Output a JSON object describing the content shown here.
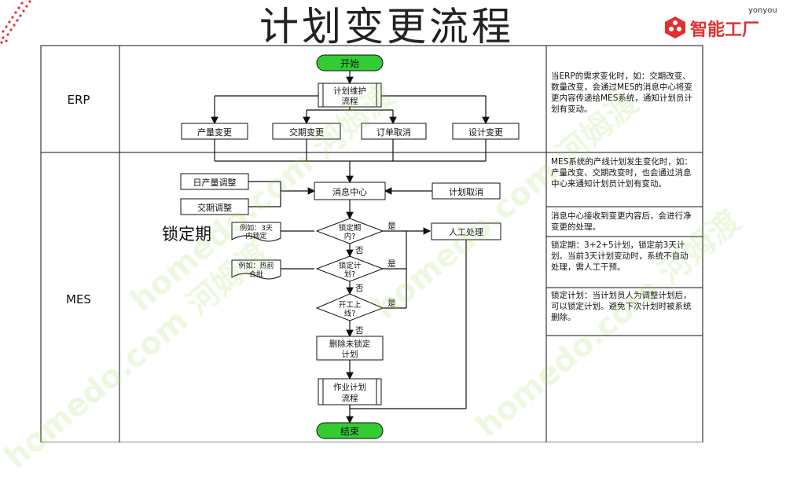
{
  "title": "计划变更流程",
  "logo": {
    "small": "yonyou",
    "text": "智能工厂"
  },
  "lanes": {
    "erp": "ERP",
    "mes": "MES"
  },
  "nodes": {
    "start": "开始",
    "plan_line1": "计划维护",
    "plan_line2": "流程",
    "qty_change": "产量变更",
    "date_change": "交期变更",
    "order_cancel": "订单取消",
    "design_change": "设计变更",
    "daily_adjust": "日产量调整",
    "date_adjust": "交期调整",
    "msg_center": "消息中心",
    "plan_cancel": "计划取消",
    "lock_period_q1": "锁定期",
    "lock_period_q2": "内?",
    "lock_plan_q1": "锁定计",
    "lock_plan_q2": "划?",
    "online_q1": "开工上",
    "online_q2": "线?",
    "manual": "人工处理",
    "delete_line1": "删除未锁定",
    "delete_line2": "计划",
    "job_line1": "作业计划",
    "job_line2": "流程",
    "end": "结束",
    "yes1": "是",
    "no1": "否",
    "yes2": "是",
    "no2": "否",
    "yes3": "是",
    "no3": "否"
  },
  "docs": {
    "example1_line1": "例如：3天",
    "example1_line2": "内锁定",
    "example2_line1": "例如：热前",
    "example2_line2": "合批"
  },
  "locked_label": "锁定期",
  "notes": {
    "n1": "当ERP的需求变化时，如：交期改变、数量改变，会通过MES的消息中心将变更内容传递给MES系统，通知计划员计划有变动。",
    "n2": "MES系统的产线计划发生变化时，如：产量改变、交期改变时，也会通过消息中心来通知计划员计划有变动。",
    "n3": "消息中心接收到变更内容后，会进行净变更的处理。",
    "n4": "锁定期：3+2+5计划，锁定前3天计划。当前3天计划变动时，系统不自动处理，需人工干预。",
    "n5": "锁定计划：当计划员人为调整计划后，可以锁定计划。避免下次计划时被系统删除。"
  },
  "watermark": "homedo.com 河姆渡",
  "colors": {
    "start_fill": "#33cc33",
    "accent_red": "#e03131",
    "watermark": "#96d23c"
  }
}
